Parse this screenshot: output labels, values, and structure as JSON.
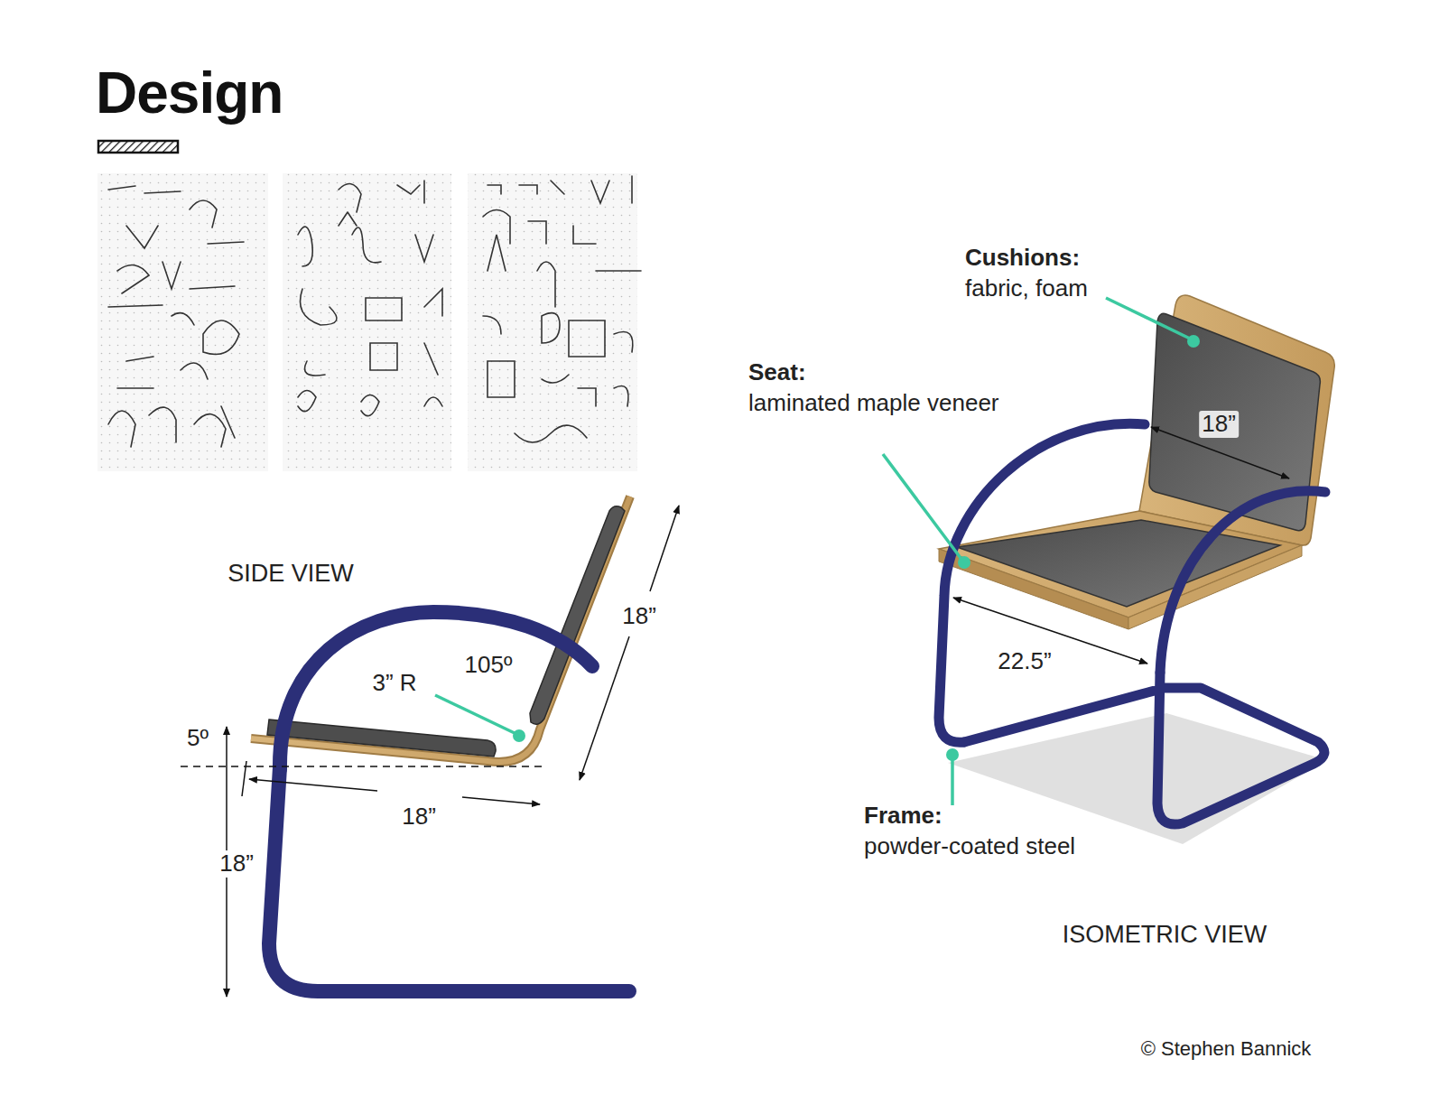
{
  "diagram": {
    "title": "Design",
    "labels": [
      "SIDE VIEW",
      "18”",
      "105º",
      "3” R",
      "5º",
      "18”",
      "18”",
      "Cushions:",
      "fabric, foam",
      "18”",
      "Seat:",
      "laminated maple veneer",
      "22.5”",
      "Frame:",
      "powder-coated steel",
      "ISOMETRIC VIEW",
      "© Stephen Bannick"
    ]
  }
}
